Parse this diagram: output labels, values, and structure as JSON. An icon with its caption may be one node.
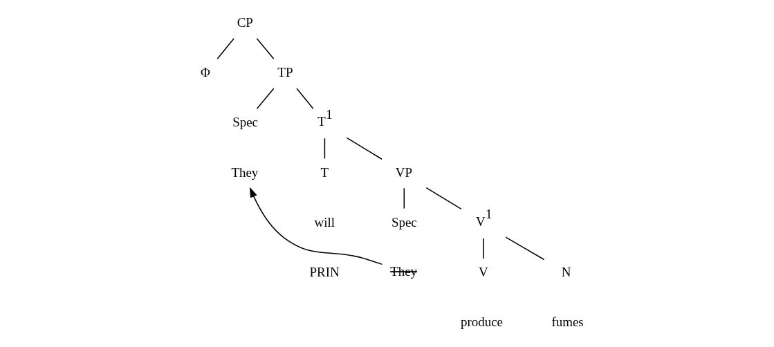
{
  "diagram": {
    "nodes": [
      {
        "text": [
          "CP"
        ]
      },
      {
        "text": [
          "Φ"
        ]
      },
      {
        "text": [
          "TP"
        ]
      },
      {
        "text": [
          "Spec"
        ]
      },
      {
        "text": [
          "T$^{1}$"
        ]
      },
      {
        "text": [
          "They"
        ]
      },
      {
        "text": [
          "T"
        ]
      },
      {
        "text": [
          "VP"
        ]
      },
      {
        "text": [
          "will"
        ]
      },
      {
        "text": [
          "Spec"
        ]
      },
      {
        "text": [
          "V$^{1}$"
        ]
      },
      {
        "text": [
          "PRIN"
        ]
      },
      {
        "text": [
          "They"
        ]
      },
      {
        "text": [
          "V"
        ]
      },
      {
        "text": [
          "N"
        ]
      },
      {
        "text": [
          "produce"
        ]
      },
      {
        "text": [
          "fumes"
        ]
      }
    ],
    "edges": [
      {
        "from": 0,
        "to": 1,
        "arrow": "none"
      },
      {
        "from": 0,
        "to": 2,
        "arrow": "none"
      },
      {
        "from": 2,
        "to": 3,
        "arrow": "none"
      },
      {
        "from": 2,
        "to": 4,
        "arrow": "none"
      },
      {
        "from": 4,
        "to": 6,
        "arrow": "none"
      },
      {
        "from": 4,
        "to": 7,
        "arrow": "none"
      },
      {
        "from": 7,
        "to": 9,
        "arrow": "none"
      },
      {
        "from": 7,
        "to": 10,
        "arrow": "none"
      },
      {
        "from": 10,
        "to": 13,
        "arrow": "none"
      },
      {
        "from": 10,
        "to": 14,
        "arrow": "none"
      },
      {
        "from": 12,
        "to": 5,
        "arrow": "to"
      }
    ]
  }
}
